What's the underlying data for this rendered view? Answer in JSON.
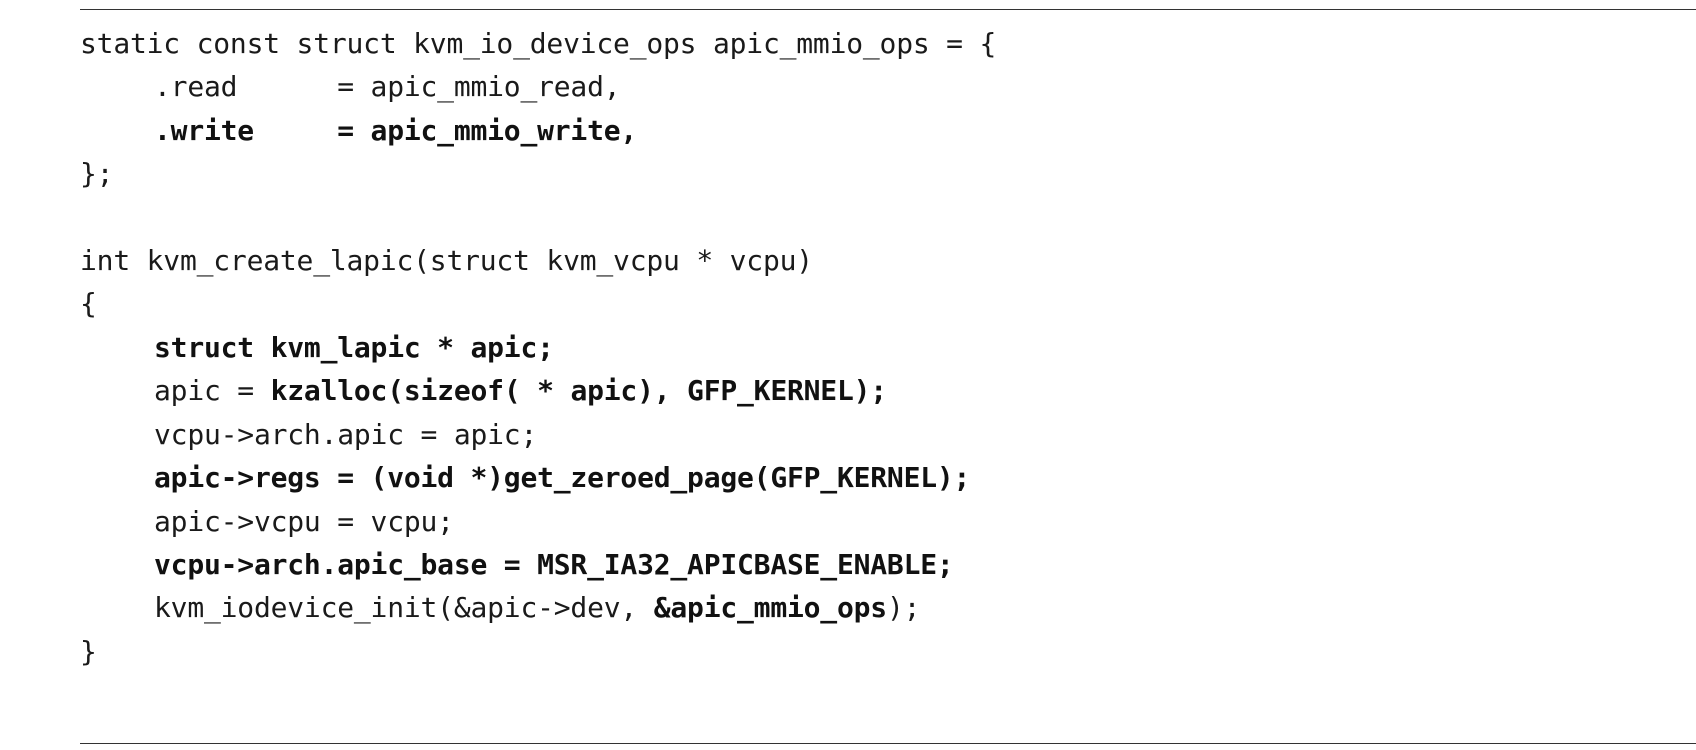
{
  "code": {
    "line1": "static const struct kvm_io_device_ops apic_mmio_ops = {",
    "line2": ".read      = apic_mmio_read,",
    "line3": ".write     = apic_mmio_write,",
    "line4": "};",
    "line6": "int kvm_create_lapic(struct kvm_vcpu * vcpu)",
    "line7": "{",
    "line8": "struct kvm_lapic * apic;",
    "line9_a": "apic = ",
    "line9_b": "kzalloc(sizeof( * apic), GFP_KERNEL);",
    "line10": "vcpu->arch.apic = apic;",
    "line11": "apic->regs = (void *)get_zeroed_page(GFP_KERNEL);",
    "line12": "apic->vcpu = vcpu;",
    "line13": "vcpu->arch.apic_base = MSR_IA32_APICBASE_ENABLE;",
    "line14_a": "kvm_iodevice_init(&apic->dev, ",
    "line14_b": "&apic_mmio_ops",
    "line14_c": ");",
    "line15": "}"
  }
}
